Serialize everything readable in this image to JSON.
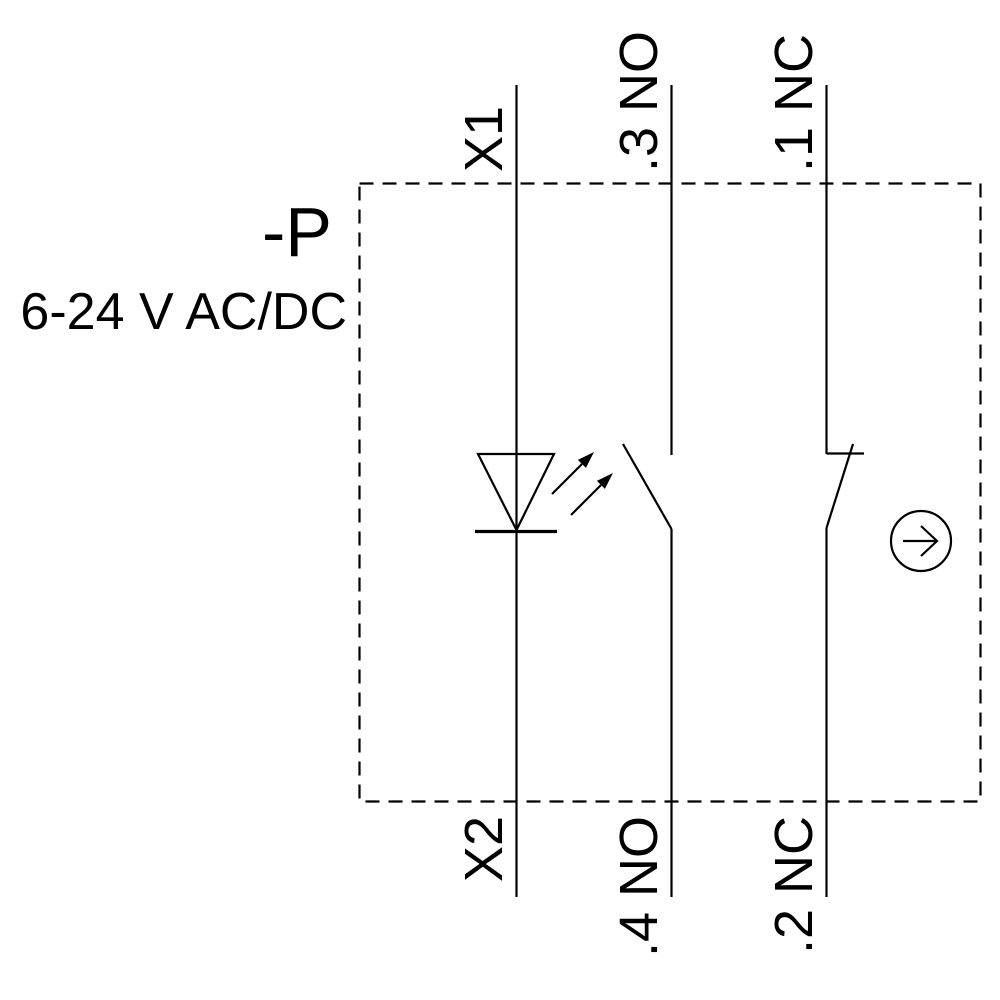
{
  "diagram": {
    "device_label": "-P",
    "voltage_rating": "6-24 V AC/DC",
    "terminals": {
      "top": [
        {
          "id": "X1"
        },
        {
          "id": ".3 NO"
        },
        {
          "id": ".1 NC"
        }
      ],
      "bottom": [
        {
          "id": "X2"
        },
        {
          "id": ".4 NO"
        },
        {
          "id": ".2 NC"
        }
      ]
    },
    "symbols": {
      "led": "led-diode-with-light-arrows",
      "no_contact": "normally-open-contact",
      "nc_contact": "normally-closed-contact",
      "actuator": "circle-right-arrow"
    },
    "colors": {
      "stroke": "#000000",
      "background": "#ffffff"
    }
  }
}
